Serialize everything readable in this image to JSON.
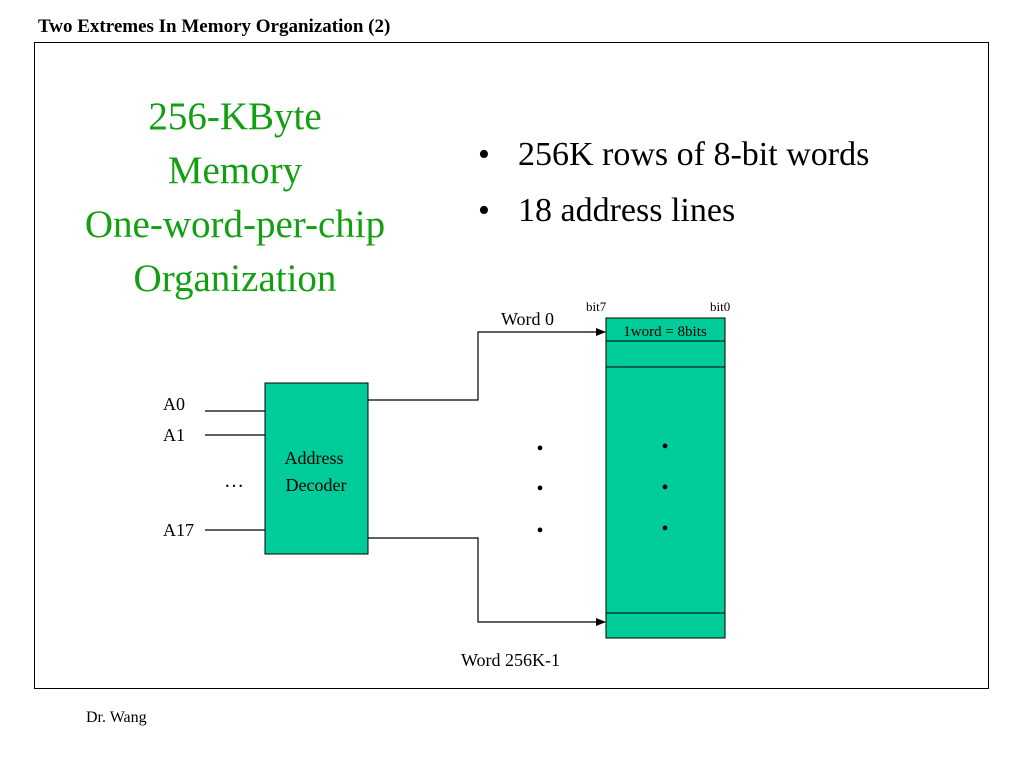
{
  "header": {
    "title": "Two Extremes In Memory Organization (2)"
  },
  "slide": {
    "title_lines": [
      "256-KByte",
      "Memory",
      "One-word-per-chip",
      "Organization"
    ],
    "bullets": [
      "256K rows of 8-bit words",
      "18 address lines"
    ],
    "bullet_glyph": "•"
  },
  "diagram": {
    "address_inputs": [
      "A0",
      "A1",
      "A17"
    ],
    "ellipsis": "…",
    "decoder_label_lines": [
      "Address",
      "Decoder"
    ],
    "word_first_label": "Word 0",
    "word_last_label": "Word 256K-1",
    "bit_high_label": "bit7",
    "bit_low_label": "bit0",
    "word_row_label": "1word = 8bits",
    "dot_glyph": "•",
    "colors": {
      "fill": "#00cc99",
      "stroke": "#000000"
    }
  },
  "footer": {
    "author": "Dr. Wang"
  }
}
